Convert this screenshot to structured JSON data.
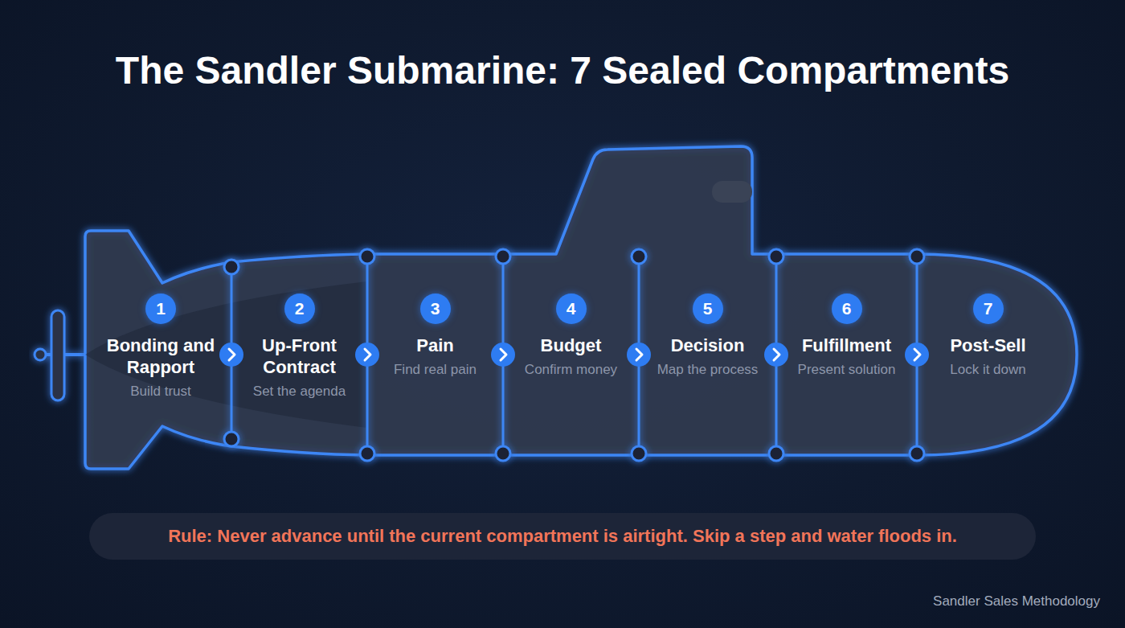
{
  "diagram": {
    "title": "The Sandler Submarine: 7 Sealed Compartments",
    "nodes": [
      {
        "text": [
          "Bonding and Rapport",
          "Build trust"
        ]
      },
      {
        "text": [
          "1"
        ],
        "in": 0
      },
      {
        "text": [
          "Up-Front Contract",
          "Set the agenda"
        ]
      },
      {
        "text": [
          "2"
        ],
        "in": 2
      },
      {
        "text": [
          "Pain",
          "Find real pain"
        ]
      },
      {
        "text": [
          "3"
        ],
        "in": 4
      },
      {
        "text": [
          "Budget",
          "Confirm money"
        ]
      },
      {
        "text": [
          "4"
        ],
        "in": 6
      },
      {
        "text": [
          "Decision",
          "Map the process"
        ]
      },
      {
        "text": [
          "5"
        ],
        "in": 8
      },
      {
        "text": [
          "Fulfillment",
          "Present solution"
        ]
      },
      {
        "text": [
          "6"
        ],
        "in": 10
      },
      {
        "text": [
          "Post-Sell",
          "Lock it down"
        ]
      },
      {
        "text": [
          "7"
        ],
        "in": 12
      },
      {
        "text": [
          "Rule: Never advance until the current compartment is airtight. Skip a step and water floods in."
        ]
      }
    ],
    "edges": [
      {
        "from": 0,
        "to": 2,
        "arrow": "to"
      },
      {
        "from": 2,
        "to": 4,
        "arrow": "to"
      },
      {
        "from": 4,
        "to": 6,
        "arrow": "to"
      },
      {
        "from": 6,
        "to": 8,
        "arrow": "to"
      },
      {
        "from": 8,
        "to": 10,
        "arrow": "to"
      },
      {
        "from": 10,
        "to": 12,
        "arrow": "to"
      }
    ],
    "labels": [
      "Sandler Sales Methodology"
    ]
  }
}
